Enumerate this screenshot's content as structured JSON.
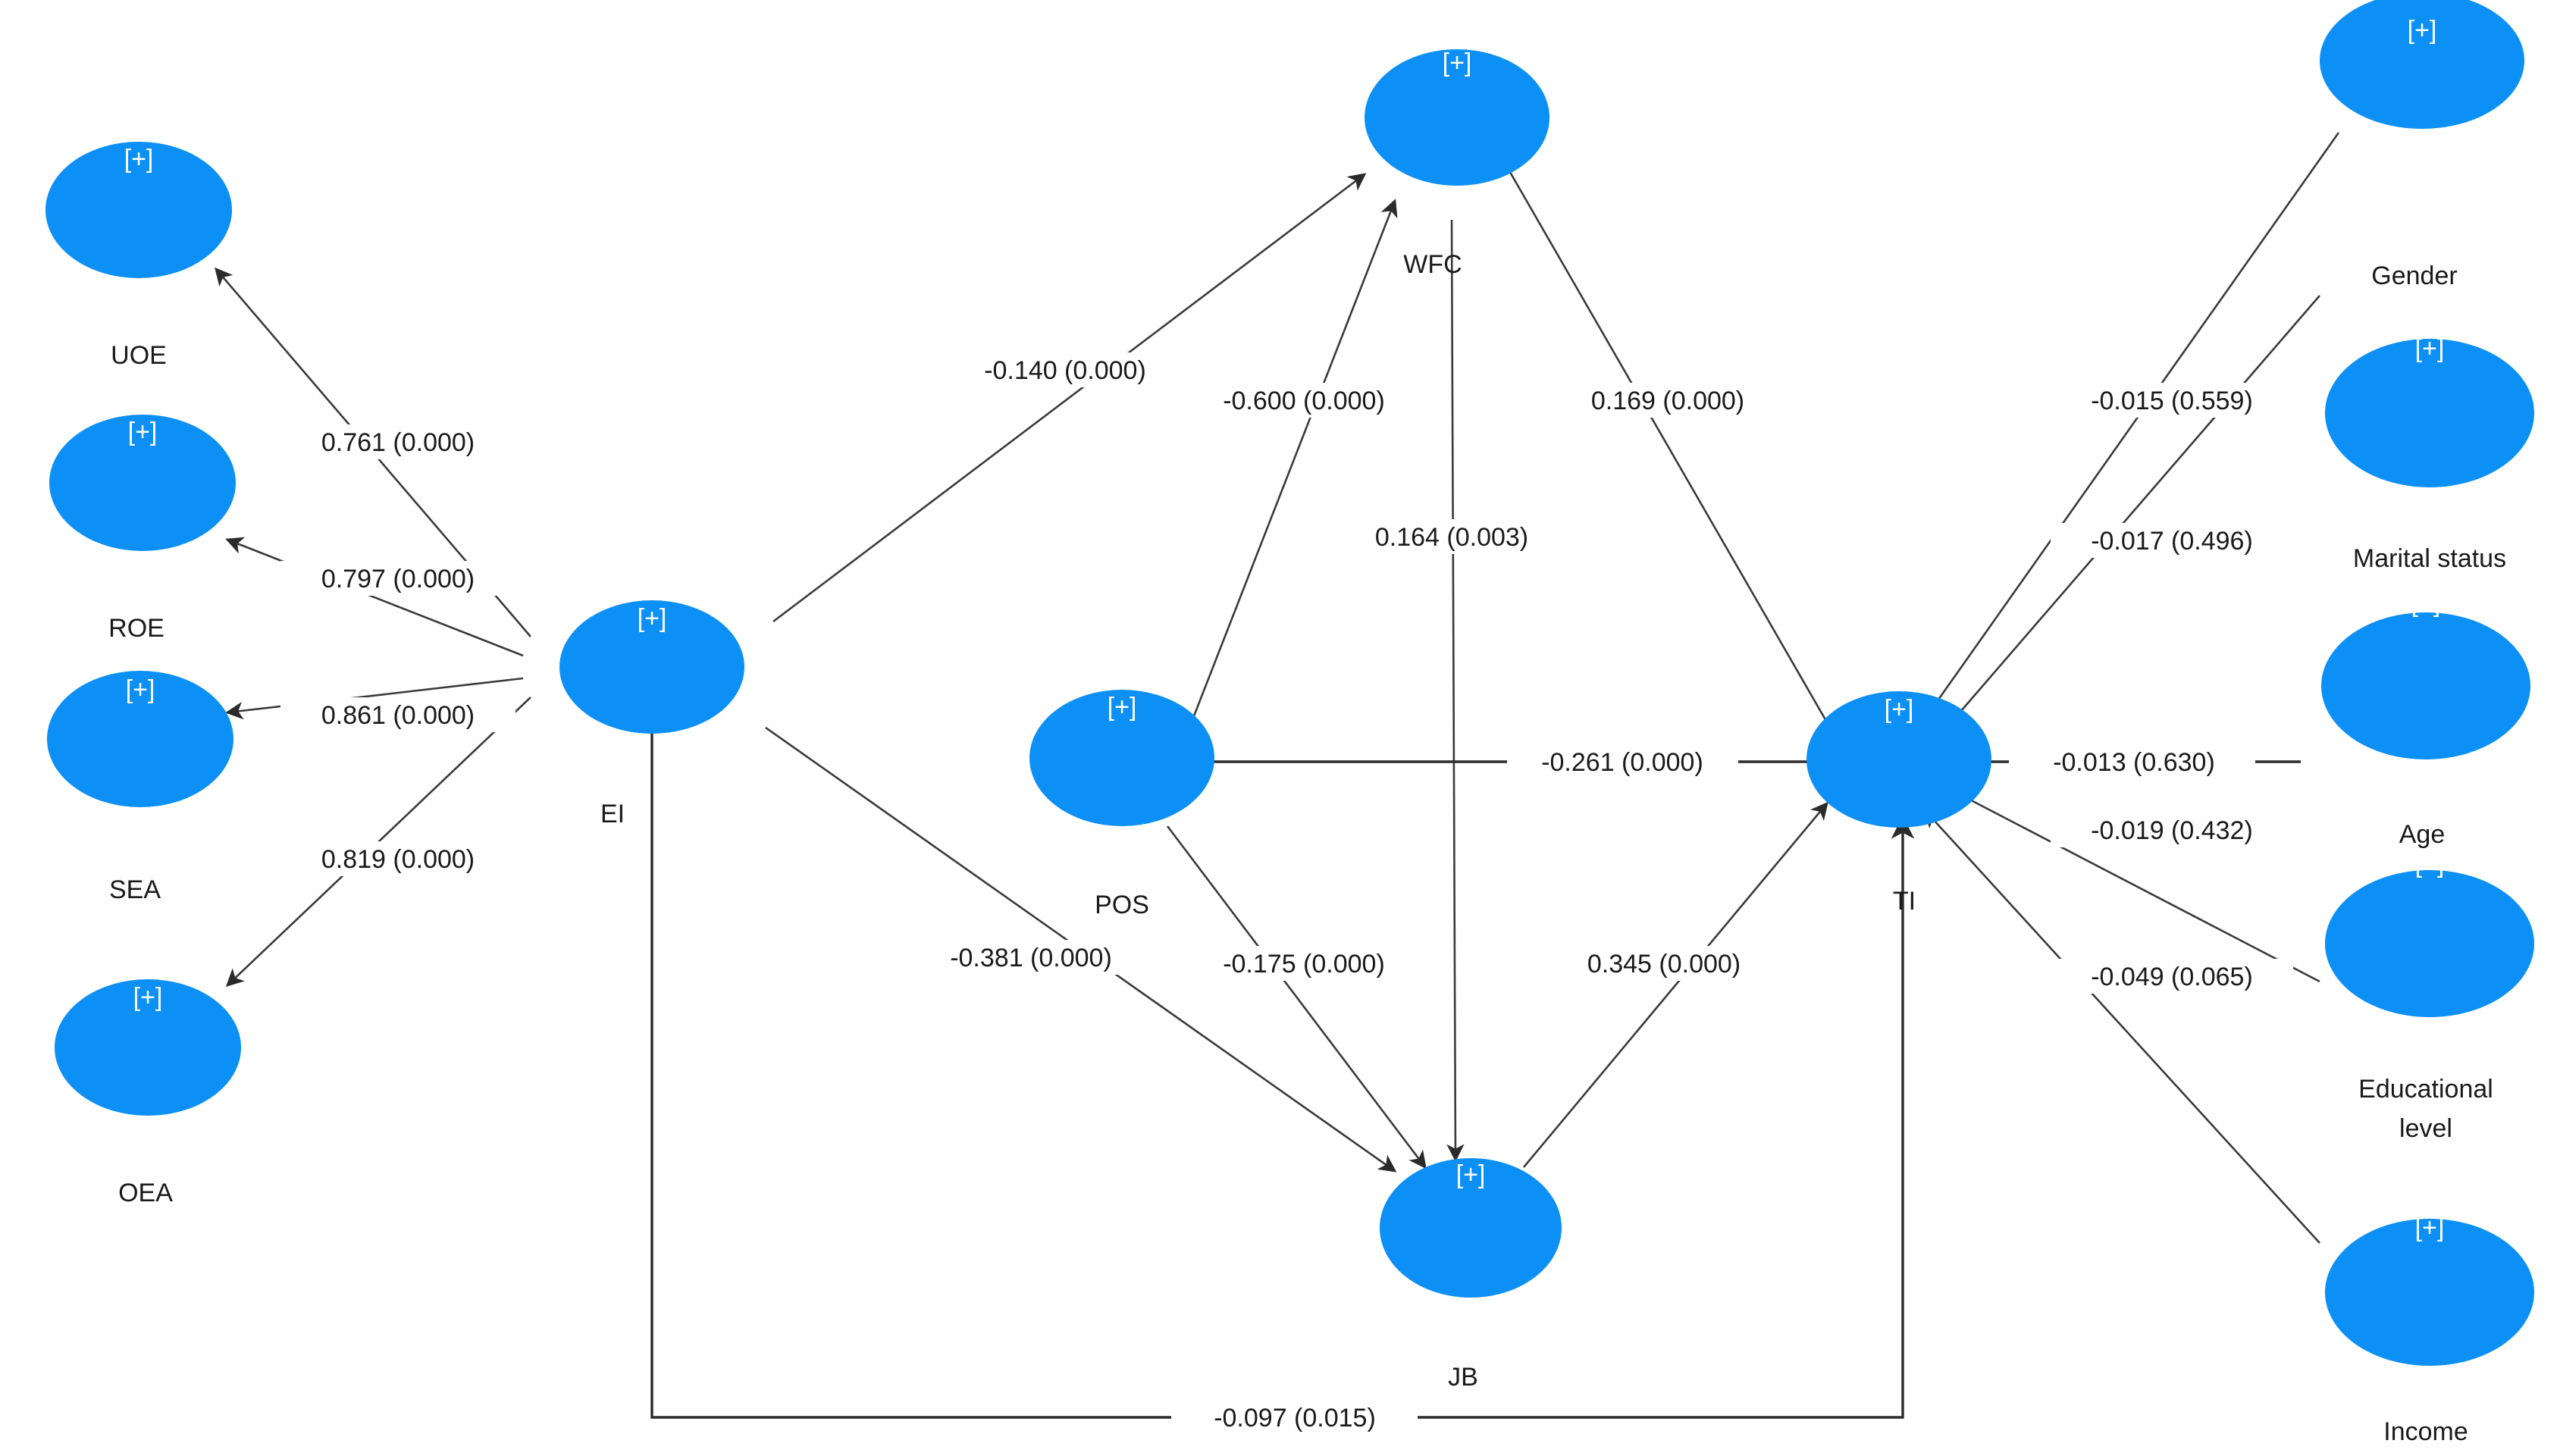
{
  "diagram": {
    "type": "structural-equation-model",
    "background": "#ffffff",
    "node_fill": "#0d90f5",
    "node_symbol": "[+]",
    "edge_color": "#3a3a3a",
    "label_color": "#1a1a1a"
  },
  "nodes": {
    "uoe": {
      "label": "UOE"
    },
    "roe": {
      "label": "ROE"
    },
    "sea": {
      "label": "SEA"
    },
    "oea": {
      "label": "OEA"
    },
    "ei": {
      "label": "EI"
    },
    "wfc": {
      "label": "WFC"
    },
    "pos": {
      "label": "POS"
    },
    "ti": {
      "label": "TI"
    },
    "jb": {
      "label": "JB"
    },
    "gender": {
      "label": "Gender"
    },
    "marital": {
      "label": "Marital status"
    },
    "age": {
      "label": "Age"
    },
    "education": {
      "label": "Educational"
    },
    "education2": {
      "label": "level"
    },
    "income": {
      "label": "Income"
    }
  },
  "edges": {
    "ei_uoe": {
      "coefficient": "0.761 (0.000)"
    },
    "ei_roe": {
      "coefficient": "0.797 (0.000)"
    },
    "ei_sea": {
      "coefficient": "0.861 (0.000)"
    },
    "ei_oea": {
      "coefficient": "0.819 (0.000)"
    },
    "ei_wfc": {
      "coefficient": "-0.140 (0.000)"
    },
    "pos_wfc": {
      "coefficient": "-0.600 (0.000)"
    },
    "wfc_ti": {
      "coefficient": "0.169 (0.000)"
    },
    "wfc_jb": {
      "coefficient": "0.164 (0.003)"
    },
    "pos_ti": {
      "coefficient": "-0.261 (0.000)"
    },
    "ei_jb": {
      "coefficient": "-0.381 (0.000)"
    },
    "pos_jb": {
      "coefficient": "-0.175 (0.000)"
    },
    "jb_ti": {
      "coefficient": "0.345 (0.000)"
    },
    "ei_ti": {
      "coefficient": "-0.097 (0.015)"
    },
    "gender_ti": {
      "coefficient": "-0.015 (0.559)"
    },
    "marital_ti": {
      "coefficient": "-0.017 (0.496)"
    },
    "age_ti": {
      "coefficient": "-0.013 (0.630)"
    },
    "education_ti": {
      "coefficient": "-0.019 (0.432)"
    },
    "income_ti": {
      "coefficient": "-0.049 (0.065)"
    }
  },
  "chart_data": {
    "type": "diagram",
    "title": "",
    "nodes": [
      "UOE",
      "ROE",
      "SEA",
      "OEA",
      "EI",
      "WFC",
      "POS",
      "TI",
      "JB",
      "Gender",
      "Marital status",
      "Age",
      "Educational level",
      "Income"
    ],
    "paths": [
      {
        "from": "EI",
        "to": "UOE",
        "estimate": 0.761,
        "p": 0.0
      },
      {
        "from": "EI",
        "to": "ROE",
        "estimate": 0.797,
        "p": 0.0
      },
      {
        "from": "EI",
        "to": "SEA",
        "estimate": 0.861,
        "p": 0.0
      },
      {
        "from": "EI",
        "to": "OEA",
        "estimate": 0.819,
        "p": 0.0
      },
      {
        "from": "EI",
        "to": "WFC",
        "estimate": -0.14,
        "p": 0.0
      },
      {
        "from": "POS",
        "to": "WFC",
        "estimate": -0.6,
        "p": 0.0
      },
      {
        "from": "WFC",
        "to": "TI",
        "estimate": 0.169,
        "p": 0.0
      },
      {
        "from": "WFC",
        "to": "JB",
        "estimate": 0.164,
        "p": 0.003
      },
      {
        "from": "POS",
        "to": "TI",
        "estimate": -0.261,
        "p": 0.0
      },
      {
        "from": "EI",
        "to": "JB",
        "estimate": -0.381,
        "p": 0.0
      },
      {
        "from": "POS",
        "to": "JB",
        "estimate": -0.175,
        "p": 0.0
      },
      {
        "from": "JB",
        "to": "TI",
        "estimate": 0.345,
        "p": 0.0
      },
      {
        "from": "EI",
        "to": "TI",
        "estimate": -0.097,
        "p": 0.015
      },
      {
        "from": "Gender",
        "to": "TI",
        "estimate": -0.015,
        "p": 0.559
      },
      {
        "from": "Marital status",
        "to": "TI",
        "estimate": -0.017,
        "p": 0.496
      },
      {
        "from": "Age",
        "to": "TI",
        "estimate": -0.013,
        "p": 0.63
      },
      {
        "from": "Educational level",
        "to": "TI",
        "estimate": -0.019,
        "p": 0.432
      },
      {
        "from": "Income",
        "to": "TI",
        "estimate": -0.049,
        "p": 0.065
      }
    ]
  }
}
